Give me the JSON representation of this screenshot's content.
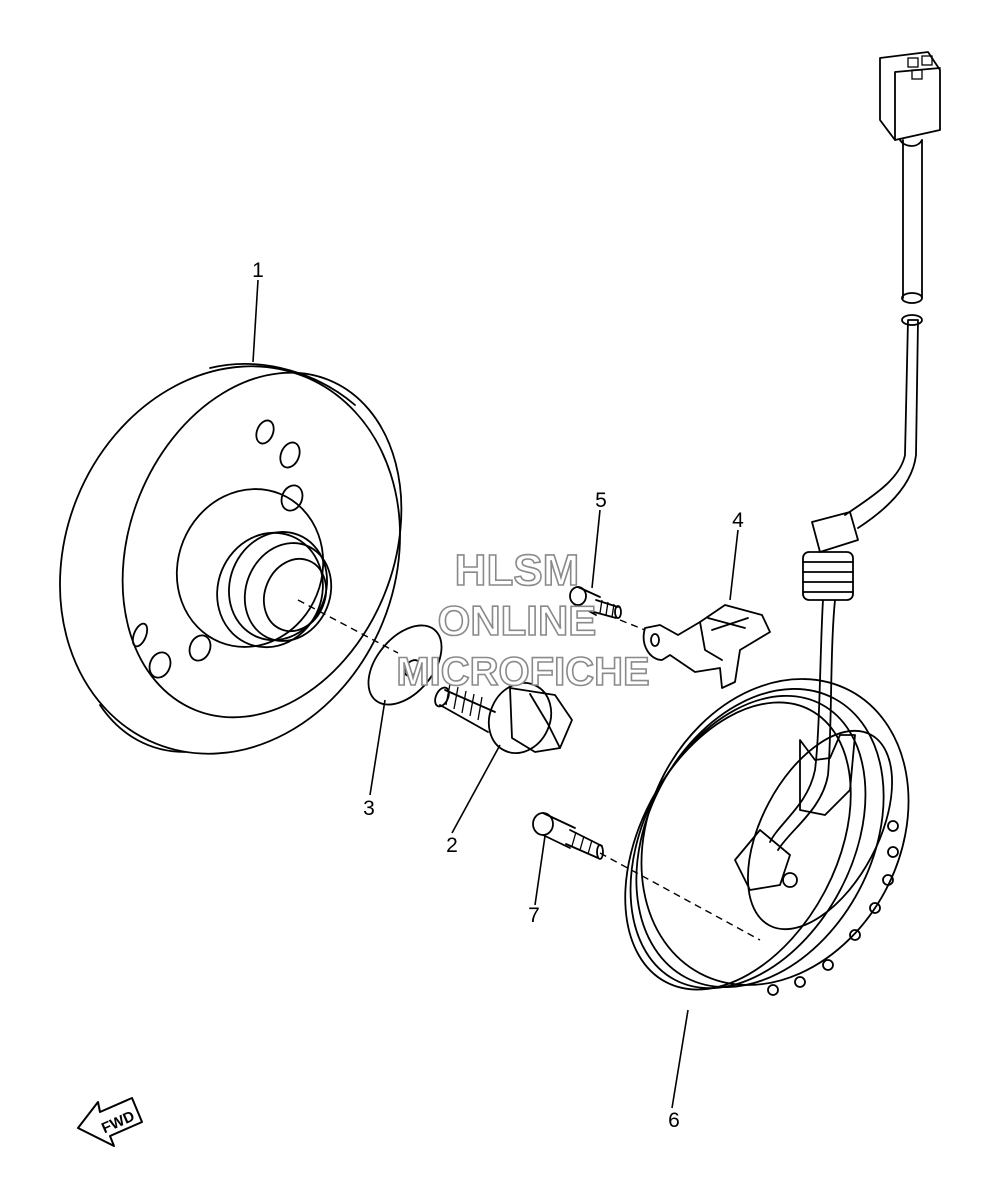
{
  "diagram": {
    "callouts": [
      {
        "id": "1",
        "label": "1"
      },
      {
        "id": "2",
        "label": "2"
      },
      {
        "id": "3",
        "label": "3"
      },
      {
        "id": "4",
        "label": "4"
      },
      {
        "id": "5",
        "label": "5"
      },
      {
        "id": "6",
        "label": "6"
      },
      {
        "id": "7",
        "label": "7"
      }
    ],
    "direction_badge": "FWD"
  },
  "watermark": {
    "line1": "HLSM",
    "line2": "ONLINE",
    "line3": "MICROFICHE"
  }
}
